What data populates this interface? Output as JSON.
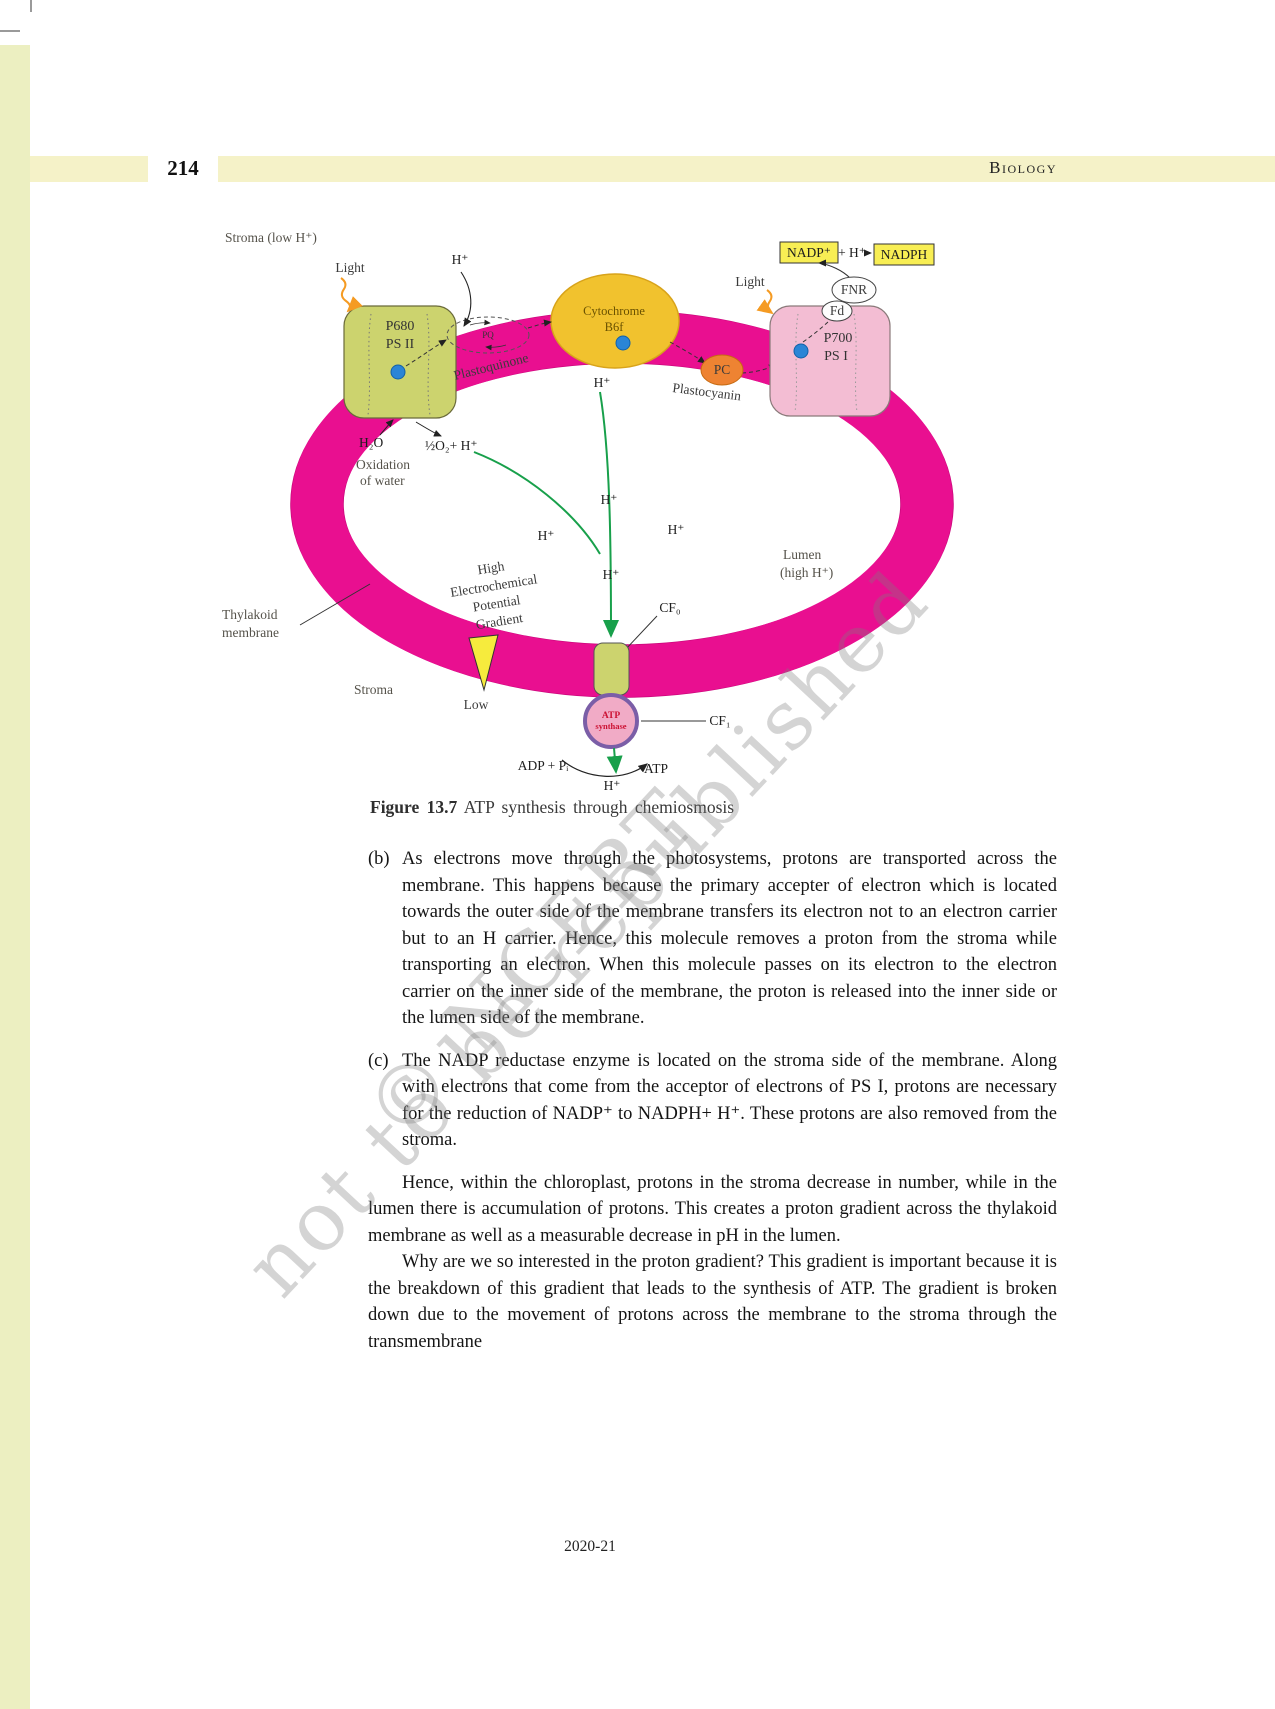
{
  "page": {
    "number": "214",
    "header": "Biology",
    "footer": "2020-21"
  },
  "watermark": {
    "line1": "not to be republished",
    "line2": "© NCERT"
  },
  "figure": {
    "caption_label": "Figure 13.7",
    "caption_text": "ATP synthesis through chemiosmosis",
    "labels": {
      "stroma_low_h": "Stroma (low H⁺)",
      "light_left": "Light",
      "light_right": "Light",
      "h_plus_top": "H⁺",
      "p680_line1": "P680",
      "p680_line2": "PS II",
      "pq": "PQ",
      "plastoquinone": "Plastoquinone",
      "cytochrome_line1": "Cytochrome",
      "cytochrome_line2": "B6f",
      "h_plus_cyt": "H⁺",
      "nadp": "NADP⁺",
      "plus_h": "+ H⁺",
      "nadph": "NADPH",
      "fnr": "FNR",
      "fd": "Fd",
      "p700_line1": "P700",
      "p700_line2": "PS I",
      "pc": "PC",
      "plastocyanin": "Plastocyanin",
      "h2o": "H₂O",
      "half_o2": "½O₂+ H⁺",
      "oxidation_line1": "Oxidation",
      "oxidation_line2": "of water",
      "h_plus_1": "H⁺",
      "h_plus_2": "H⁺",
      "h_plus_3": "H⁺",
      "h_plus_4": "H⁺",
      "gradient_line1": "High",
      "gradient_line2": "Electrochemical",
      "gradient_line3": "Potential",
      "gradient_line4": "Gradient",
      "low": "Low",
      "thylakoid_line1": "Thylakoid",
      "thylakoid_line2": "membrane",
      "lumen_line1": "Lumen",
      "lumen_line2": "(high H⁺)",
      "stroma": "Stroma",
      "cf0": "CF₀",
      "cf1": "CF₁",
      "atp_synthase_line1": "ATP",
      "atp_synthase_line2": "synthase",
      "adp_pi": "ADP + Pᵢ",
      "atp": "ATP",
      "h_plus_bottom": "H⁺"
    },
    "colors": {
      "membrane_pink": "#e90f90",
      "ps2_green": "#ccd36e",
      "cytochrome_yellow": "#f1c22e",
      "ps1_pink": "#f3bdd3",
      "pc_orange": "#ee8332",
      "nadp_yellow": "#f8ee54",
      "electron_blue": "#2a85d6",
      "arrow_green": "#18a04b",
      "light_orange": "#f59b23",
      "triangle_yellow": "#f6eb3d"
    }
  },
  "body": {
    "paragraphs": [
      {
        "label": "(b)",
        "text": "As electrons move through the photosystems, protons are transported across the membrane.  This happens because the primary accepter of electron which is located towards the outer side of the membrane transfers its electron not to an electron carrier but to an H carrier. Hence, this molecule removes a proton from the stroma while transporting an electron.  When this molecule passes on its electron to the electron carrier on the inner side of the membrane, the proton is released into the inner side or the lumen side of the membrane."
      },
      {
        "label": "(c)",
        "text": "The NADP reductase enzyme is located on the stroma side of the membrane.  Along with electrons that come from the acceptor of electrons of PS I, protons are necessary for the reduction of NADP⁺ to NADPH+ H⁺.  These protons are also removed from the stroma."
      },
      {
        "label": "",
        "text": "Hence, within the chloroplast, protons in the stroma decrease in number, while in the lumen there is accumulation of protons.  This creates a proton gradient across the thylakoid membrane as well as a measurable decrease in pH in the lumen."
      },
      {
        "label": "",
        "text": "Why are we so interested in the proton gradient?  This gradient is important because it is the breakdown of this gradient that leads to the synthesis of ATP.  The gradient is broken down due to the movement of protons across the membrane to the stroma through the transmembrane"
      }
    ]
  }
}
